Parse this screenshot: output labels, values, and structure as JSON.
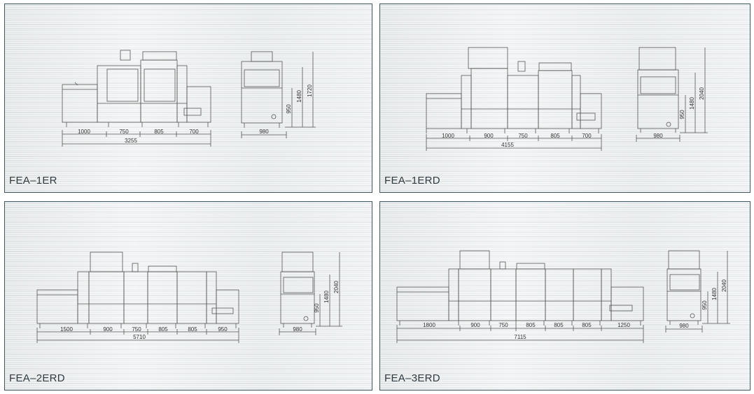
{
  "panels": [
    {
      "model": "FEA–1ER",
      "front_segments": [
        "1000",
        "750",
        "805",
        "700"
      ],
      "front_total": "3255",
      "side_width": "980",
      "side_heights": [
        "950",
        "1480",
        "1720"
      ]
    },
    {
      "model": "FEA–1ERD",
      "front_segments": [
        "1000",
        "900",
        "750",
        "805",
        "700"
      ],
      "front_total": "4155",
      "side_width": "980",
      "side_heights": [
        "950",
        "1480",
        "2040"
      ]
    },
    {
      "model": "FEA–2ERD",
      "front_segments": [
        "1500",
        "900",
        "750",
        "805",
        "805",
        "950"
      ],
      "front_total": "5710",
      "side_width": "980",
      "side_heights": [
        "950",
        "1480",
        "2040"
      ]
    },
    {
      "model": "FEA–3ERD",
      "front_segments": [
        "1800",
        "900",
        "750",
        "805",
        "805",
        "805",
        "1250"
      ],
      "front_total": "7115",
      "side_width": "980",
      "side_heights": [
        "950",
        "1480",
        "2040"
      ]
    }
  ]
}
